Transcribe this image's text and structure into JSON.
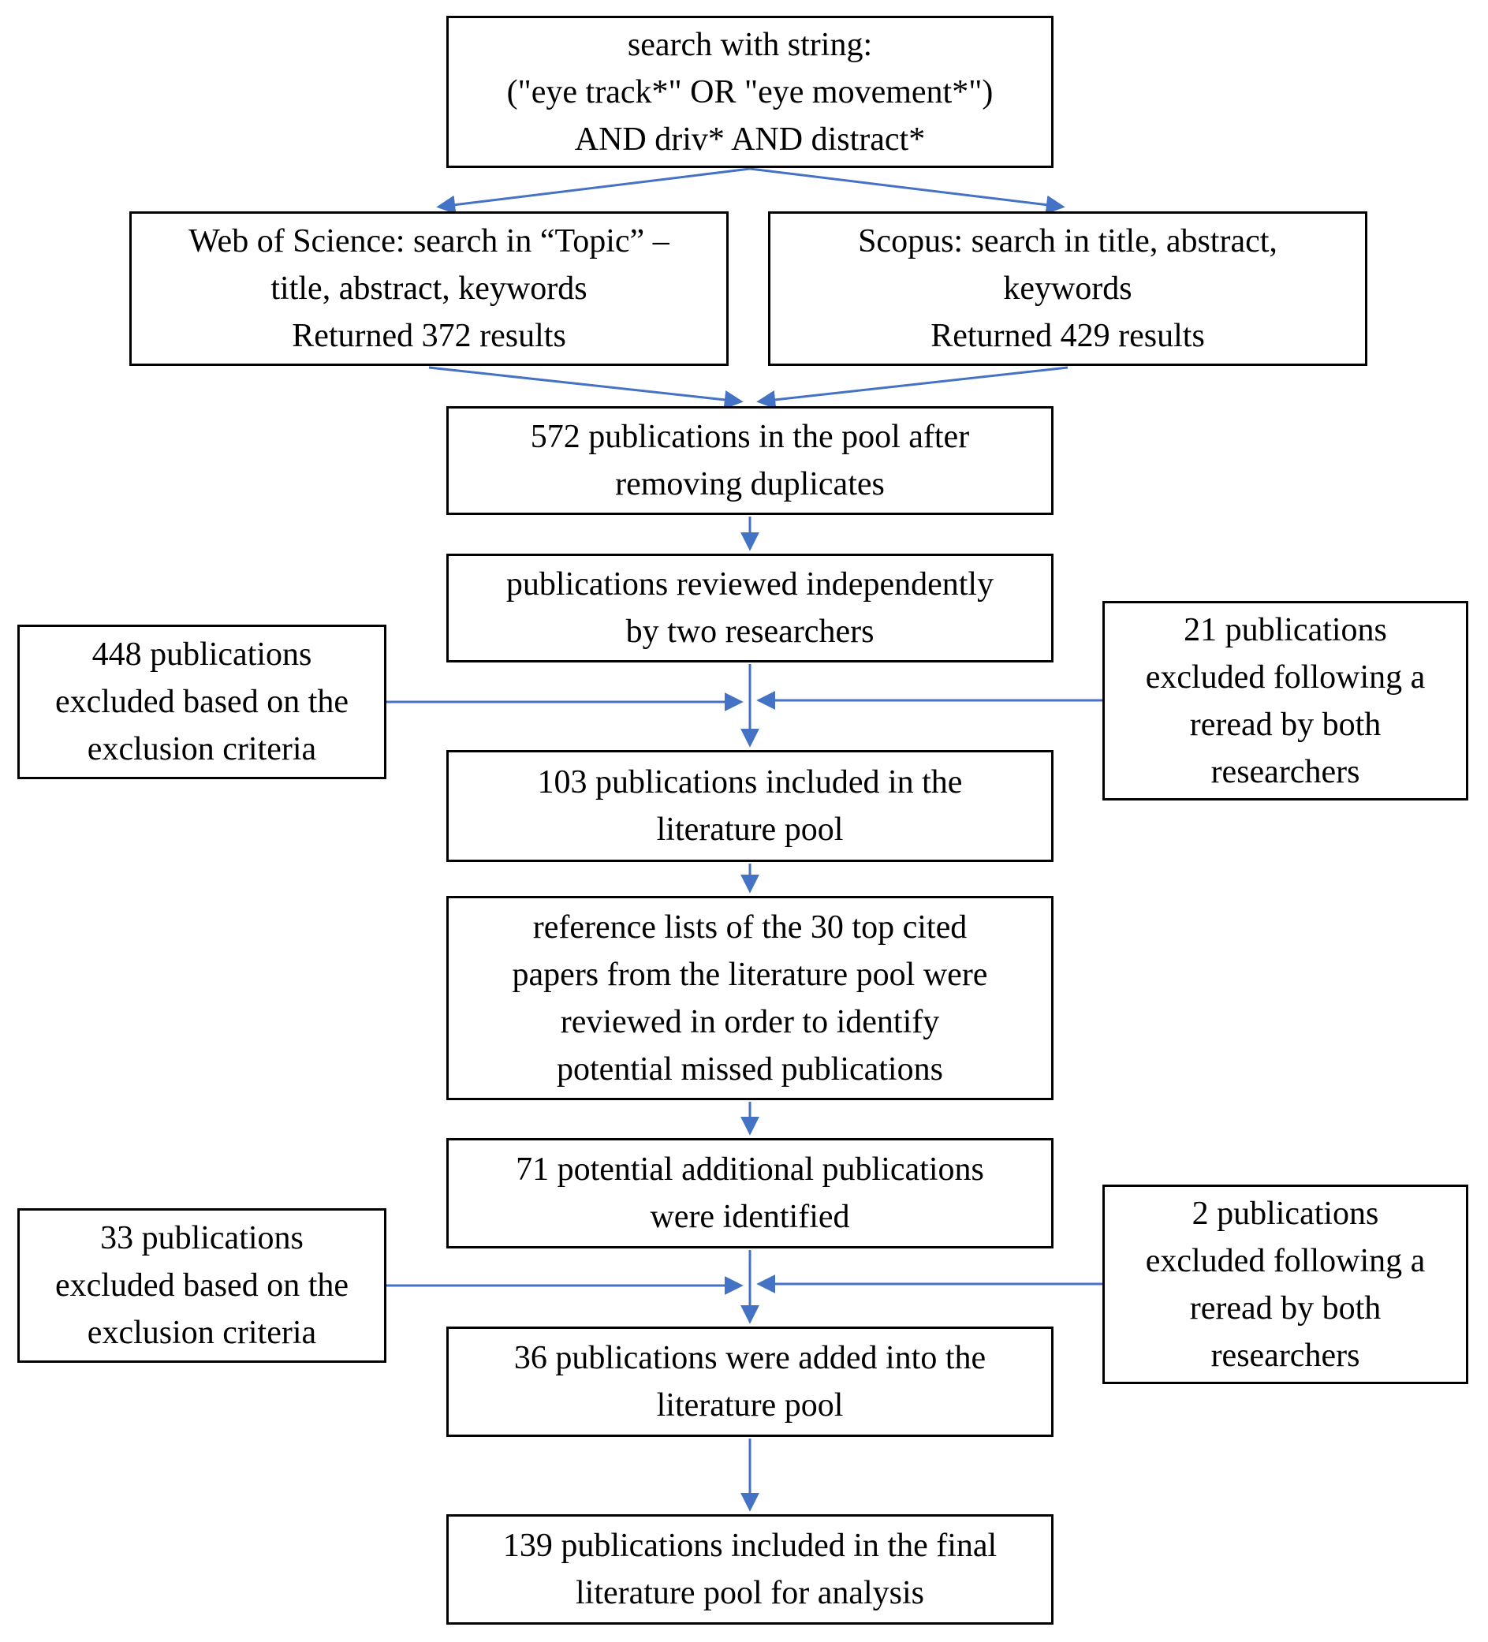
{
  "diagram": {
    "type": "flowchart",
    "description": "Literature search and screening flow diagram",
    "colors": {
      "arrow": "#4472C4",
      "box_border": "#000000",
      "background": "#ffffff",
      "text": "#000000"
    },
    "nodes": {
      "search": {
        "label": "search with string:\n(\"eye track*\" OR \"eye movement*\")\nAND driv* AND distract*"
      },
      "wos": {
        "label": "Web of Science: search in “Topic” –\ntitle, abstract, keywords\nReturned 372 results"
      },
      "scopus": {
        "label": "Scopus: search in title, abstract,\nkeywords\nReturned 429 results"
      },
      "pool572": {
        "label": "572 publications in the pool after\nremoving duplicates"
      },
      "reviewed": {
        "label": "publications reviewed independently\nby two researchers"
      },
      "excl448": {
        "label": "448 publications\nexcluded based on the\nexclusion criteria"
      },
      "excl21": {
        "label": "21 publications\nexcluded following a\nreread by both\nresearchers"
      },
      "pool103": {
        "label": "103 publications included in the\nliterature pool"
      },
      "reflists": {
        "label": "reference lists of the 30 top cited\npapers from the literature pool were\nreviewed in order to identify\npotential missed publications"
      },
      "ident71": {
        "label": "71 potential additional publications\nwere identified"
      },
      "excl33": {
        "label": "33 publications\nexcluded based on the\nexclusion criteria"
      },
      "excl2": {
        "label": "2 publications\nexcluded following a\nreread by both\nresearchers"
      },
      "added36": {
        "label": "36 publications were added into the\nliterature pool"
      },
      "final139": {
        "label": "139 publications included in the final\nliterature pool for analysis"
      }
    },
    "edges": [
      {
        "from": "search",
        "to": "wos"
      },
      {
        "from": "search",
        "to": "scopus"
      },
      {
        "from": "wos",
        "to": "pool572"
      },
      {
        "from": "scopus",
        "to": "pool572"
      },
      {
        "from": "pool572",
        "to": "reviewed"
      },
      {
        "from": "reviewed",
        "to": "pool103"
      },
      {
        "from": "excl448",
        "to": "pool103"
      },
      {
        "from": "excl21",
        "to": "pool103"
      },
      {
        "from": "pool103",
        "to": "reflists"
      },
      {
        "from": "reflists",
        "to": "ident71"
      },
      {
        "from": "ident71",
        "to": "added36"
      },
      {
        "from": "excl33",
        "to": "added36"
      },
      {
        "from": "excl2",
        "to": "added36"
      },
      {
        "from": "added36",
        "to": "final139"
      }
    ]
  }
}
